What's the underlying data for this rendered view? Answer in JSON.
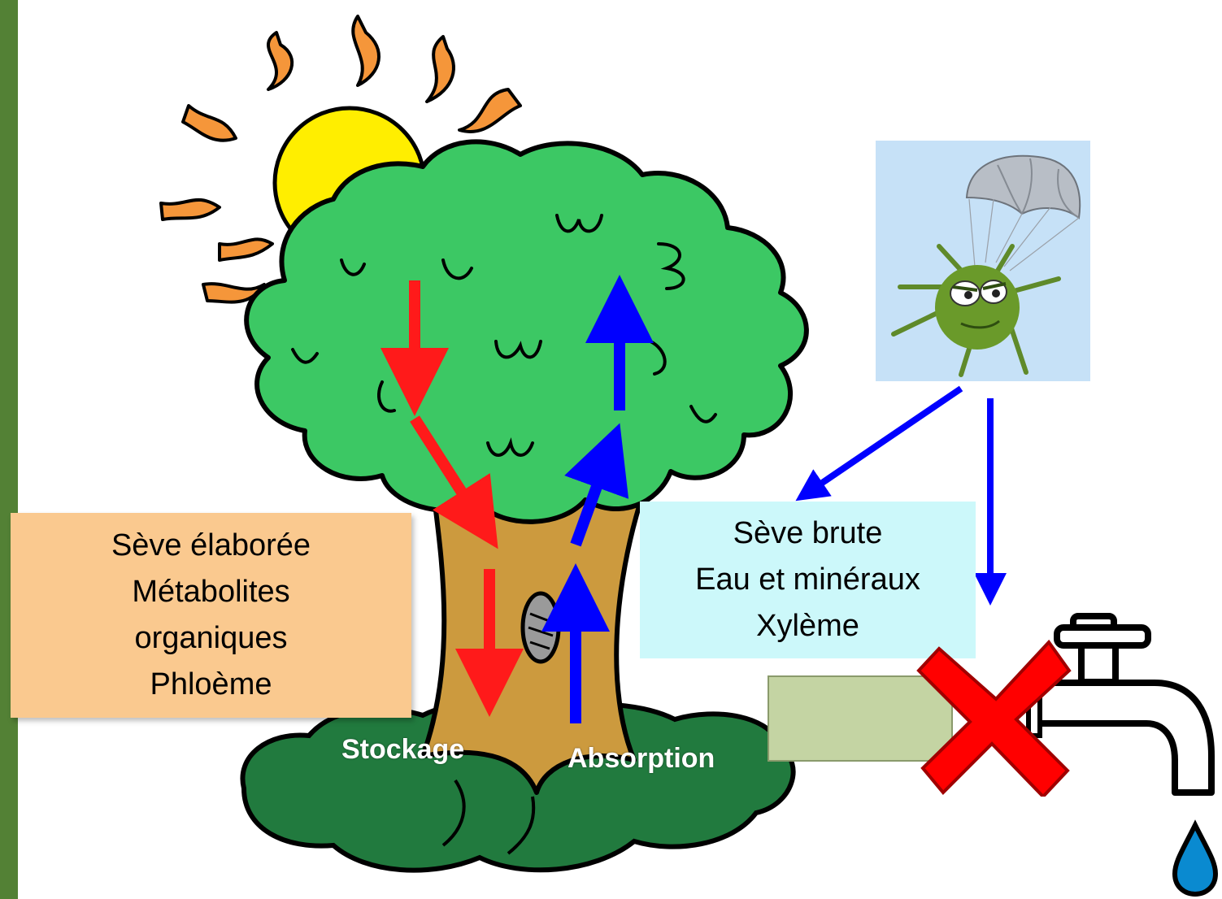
{
  "boxes": {
    "sap_elaboree": [
      "Sève élaborée",
      "Métabolites",
      "organiques",
      "Phloème"
    ],
    "sap_brute": [
      "Sève brute",
      "Eau et minéraux",
      "Xylème"
    ]
  },
  "labels": {
    "stockage": "Stockage",
    "absorption": "Absorption"
  },
  "colors": {
    "phloem_arrow": "#ff1a1a",
    "xylem_arrow": "#0000ff",
    "foliage": "#3cc864",
    "trunk": "#cc9a3e",
    "ground": "#217a3e",
    "sun": "#ffee00",
    "sun_rays": "#f5963a",
    "blocked_x": "#ff0000",
    "left_bar": "#538135"
  }
}
